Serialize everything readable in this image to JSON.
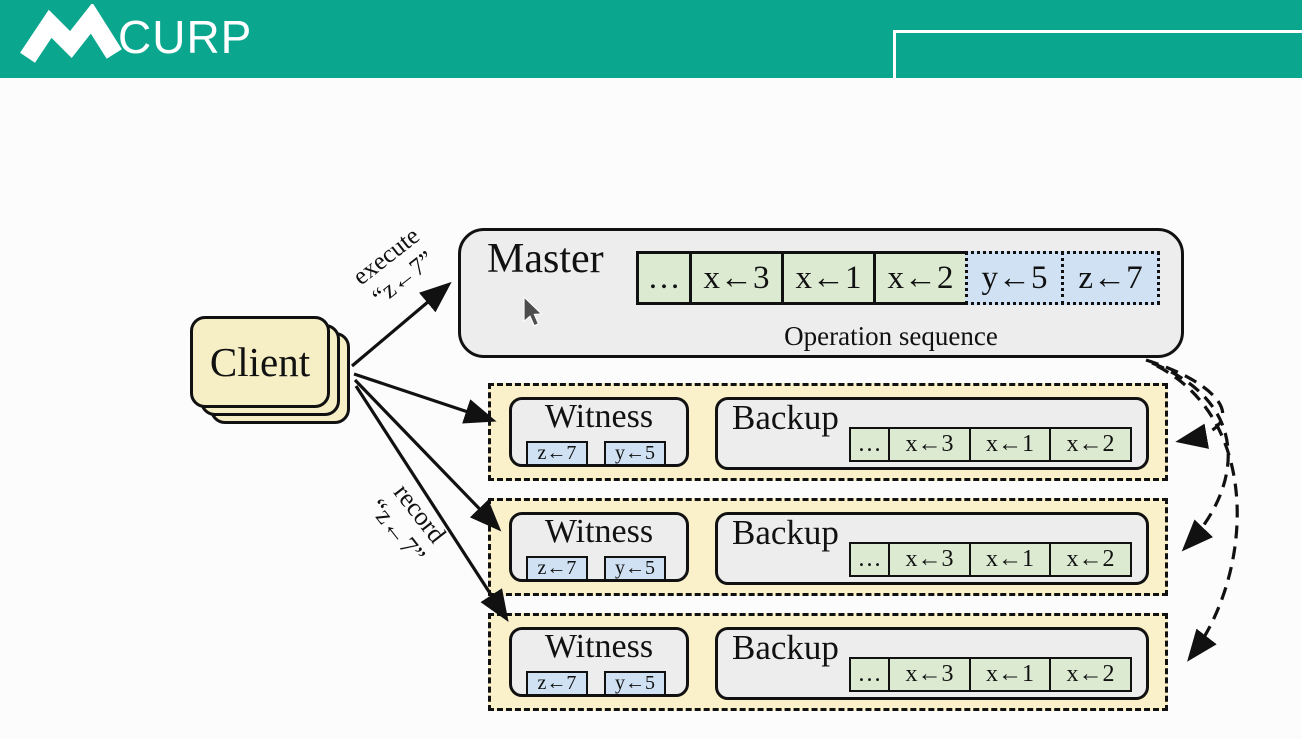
{
  "header": {
    "title": "CURP"
  },
  "client": {
    "label": "Client"
  },
  "master": {
    "title": "Master",
    "committed_ops": [
      "…",
      "x←3",
      "x←1",
      "x←2"
    ],
    "speculative_ops": [
      "y←5",
      "z←7"
    ],
    "caption": "Operation sequence"
  },
  "edges": {
    "execute": {
      "line1": "execute",
      "line2": "“z←7”"
    },
    "record": {
      "line1": "record",
      "line2": "“z←7”"
    }
  },
  "replicas": [
    {
      "witness": {
        "label": "Witness",
        "cells": [
          "z←7",
          "y←5"
        ]
      },
      "backup": {
        "label": "Backup",
        "cells": [
          "…",
          "x←3",
          "x←1",
          "x←2"
        ]
      }
    },
    {
      "witness": {
        "label": "Witness",
        "cells": [
          "z←7",
          "y←5"
        ]
      },
      "backup": {
        "label": "Backup",
        "cells": [
          "…",
          "x←3",
          "x←1",
          "x←2"
        ]
      }
    },
    {
      "witness": {
        "label": "Witness",
        "cells": [
          "z←7",
          "y←5"
        ]
      },
      "backup": {
        "label": "Backup",
        "cells": [
          "…",
          "x←3",
          "x←1",
          "x←2"
        ]
      }
    }
  ],
  "colors": {
    "header_teal": "#0aa78e",
    "row_cream": "#faf0ca",
    "client_cream": "#f6eec5",
    "box_gray": "#ededed",
    "op_green": "#dcead2",
    "op_blue": "#cfe1f2",
    "ink": "#111111"
  }
}
